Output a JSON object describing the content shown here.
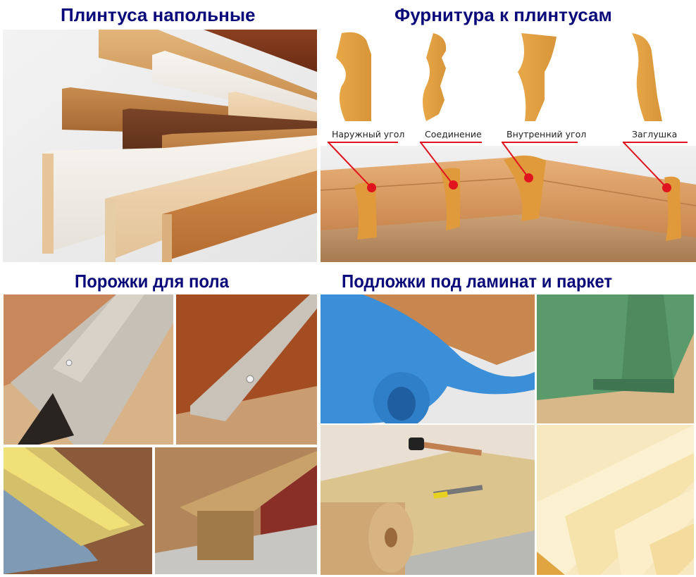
{
  "sections": {
    "baseboards": {
      "title": "Плинтуса напольные"
    },
    "fittings": {
      "title": "Фурнитура к плинтусам",
      "labels": [
        {
          "text": "Наружный угол"
        },
        {
          "text": "Соединение"
        },
        {
          "text": "Внутренний угол"
        },
        {
          "text": "Заглушка"
        }
      ]
    },
    "thresholds": {
      "title": "Порожки для пола"
    },
    "underlays": {
      "title": "Подложки под ламинат и паркет"
    }
  },
  "colors": {
    "title": "#0a0a7a",
    "marker_red": "#e0141e",
    "fitting_plastic": "#e0a040",
    "foam_blue": "#3a8fd8",
    "underlay_green": "#5a9a6a",
    "cork": "#d8b480",
    "polystyrene_yellow": "#f6e2a8"
  }
}
